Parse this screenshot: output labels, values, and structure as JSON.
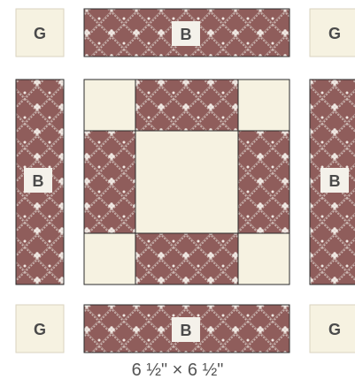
{
  "diagram": {
    "labels": {
      "background": "G",
      "border": "B"
    },
    "caption": "6 ½\" × 6 ½\"",
    "colors": {
      "cream": "#f6f2e1",
      "cream_edge": "#d9d3bf",
      "mauve": "#8f5d5b",
      "lattice": "#cbb7b2",
      "flower": "#f1e9e3",
      "outline": "#2b2b2b",
      "label_bg": "#f4f1ea"
    }
  }
}
